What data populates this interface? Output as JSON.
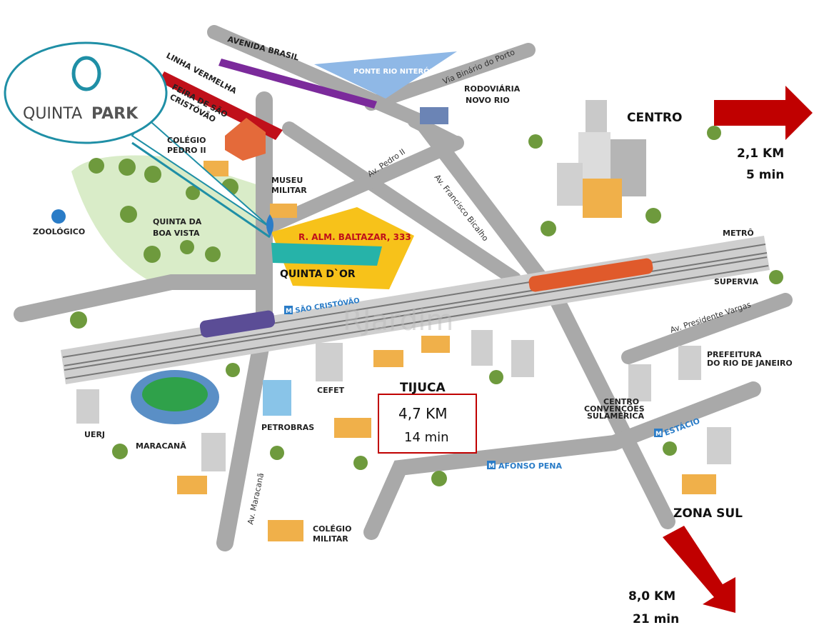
{
  "logo": {
    "name": "QUINTAPARK",
    "part1": "QUINTA",
    "part2": "PARK"
  },
  "colors": {
    "accent_teal": "#1f8fa6",
    "pin_blue": "#2a7cc7",
    "road": "#a9a9a9",
    "red_arrow": "#c00000",
    "yellow": "#f7c21a",
    "park_green": "#d9ecc8",
    "linha_red": "#c0101a",
    "avenida_purple": "#7b2a9b",
    "bridge_blue": "#8fb8e6"
  },
  "labels": {
    "avenida_brasil": "AVENIDA BRASIL",
    "linha_vermelha": "LINHA VERMELHA",
    "ponte": "PONTE RIO NITERÓI",
    "via_binario": "Via Binário do Porto",
    "rodoviaria_1": "RODOVIÁRIA",
    "rodoviaria_2": "NOVO RIO",
    "feira_1": "FEIRA DE SÃO",
    "feira_2": "CRISTÓVÃO",
    "colegio_pedro_1": "COLÉGIO",
    "colegio_pedro_2": "PEDRO II",
    "museu_1": "MUSEU",
    "museu_2": "MILITAR",
    "av_pedro": "Av. Pedro II",
    "av_francisco": "Av. Francisco Bicalho",
    "address": "R. ALM. BALTAZAR, 333",
    "quinta_dor": "QUINTA D`OR",
    "zoologico": "ZOOLÓGICO",
    "quinta_boa_1": "QUINTA DA",
    "quinta_boa_2": "BOA VISTA",
    "centro": "CENTRO",
    "metro": "METRÔ",
    "supervia": "SUPERVIA",
    "av_presidente": "Av. Presidente Vargas",
    "sao_cristovao": "SÃO CRISTÓVÃO",
    "prefeitura_1": "PREFEITURA",
    "prefeitura_2": "DO RIO DE JANEIRO",
    "tijuca": "TIJUCA",
    "cefet": "CEFET",
    "centro_conv_1": "CENTRO",
    "centro_conv_2": "CONVENÇÕES",
    "centro_conv_3": "SULAMÉRICA",
    "estacio": "ESTÁCIO",
    "uerj": "UERJ",
    "maracana": "MARACANÃ",
    "petrobras": "PETROBRAS",
    "afonso_pena": "AFONSO PENA",
    "av_maracana": "Av. Maracanã",
    "colegio_militar_1": "COLÉGIO",
    "colegio_militar_2": "MILITAR",
    "zona_sul": "ZONA SUL",
    "watermark": "RJardim"
  },
  "metro_icon": "M",
  "distances": {
    "centro": {
      "km": "2,1 KM",
      "time": "5 min"
    },
    "tijuca": {
      "km": "4,7 KM",
      "time": "14 min"
    },
    "zona_sul": {
      "km": "8,0 KM",
      "time": "21 min"
    }
  }
}
